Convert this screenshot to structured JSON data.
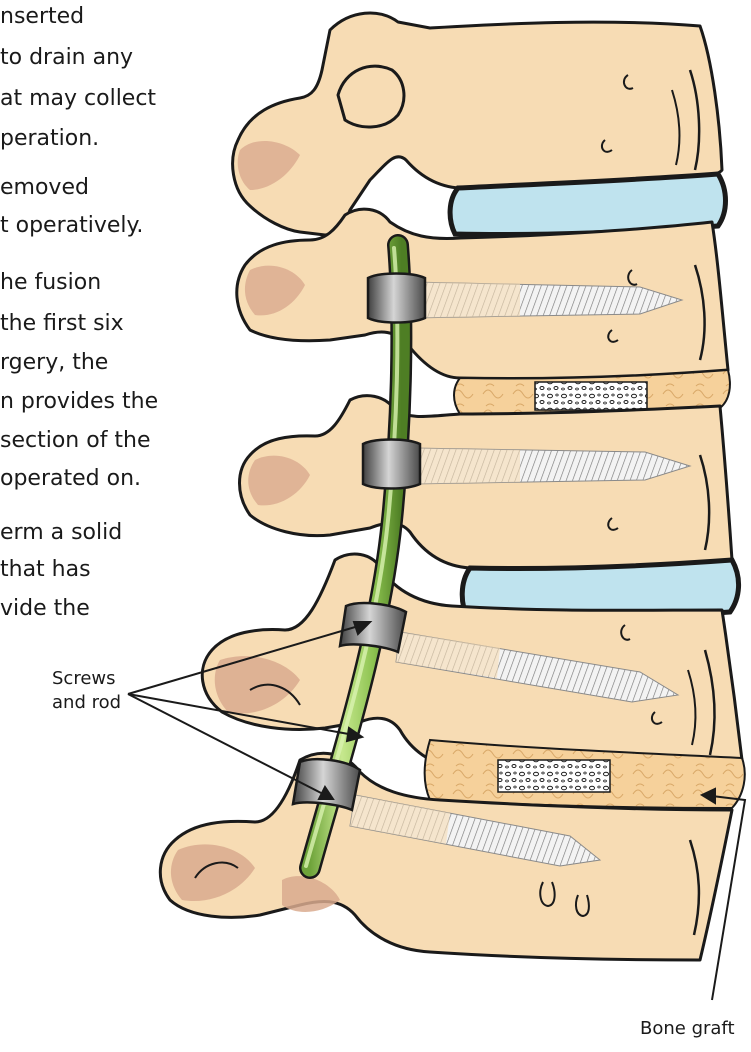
{
  "text_lines": [
    "nserted",
    "to drain any",
    "at may collect",
    "peration.",
    "emoved",
    "t operatively.",
    "he fusion",
    "the first six",
    "rgery, the",
    "n provides the",
    "section of the",
    "operated on.",
    "erm a solid",
    "that has",
    "vide the"
  ],
  "labels": {
    "screws_line1": "Screws",
    "screws_line2": "and rod",
    "bone_graft": "Bone graft"
  },
  "colors": {
    "bone": "#f7dcb4",
    "bone_shadow": "#d9aa8e",
    "disc": "#bfe3ee",
    "graft": "#f6d19b",
    "rod": "#9ccf5f",
    "rod_dark": "#5c8f2f",
    "screw_head": "#5b5b5b",
    "outline": "#1a1a1a"
  }
}
